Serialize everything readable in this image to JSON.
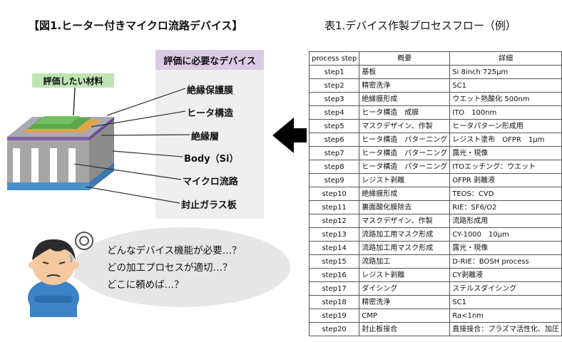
{
  "figure": {
    "title": "【図1.ヒーター付きマイクロ流路デバイス】",
    "panel_header": "評価に必要なデバイス",
    "material_label": "評価したい材料",
    "layer_labels": [
      "絶縁保護膜",
      "ヒータ構造",
      "絶縁層",
      "Body（Si）",
      "マイクロ流路",
      "封止ガラス板"
    ]
  },
  "speech": {
    "lines": [
      "どんなデバイス機能が必要…？",
      "どの加工プロセスが適切…？",
      "どこに頼めば…？"
    ]
  },
  "table": {
    "title": "表1.デバイス作製プロセスフロー（例）",
    "headers": [
      "process step",
      "概要",
      "詳細"
    ],
    "rows": [
      [
        "step1",
        "基板",
        "Si 8inch 725μm"
      ],
      [
        "step2",
        "精密洗浄",
        "SC1"
      ],
      [
        "step3",
        "絶縁膜形成",
        "ウエット熱酸化 500nm"
      ],
      [
        "step4",
        "ヒータ構造　成膜",
        "ITO　100nm"
      ],
      [
        "step5",
        "マスクデザイン、作製",
        "ヒータパターン形成用"
      ],
      [
        "step6",
        "ヒータ構造　パターニング",
        "レジスト塗布　OFPR　1μm"
      ],
      [
        "step7",
        "ヒータ構造　パターニング",
        "露光・現像"
      ],
      [
        "step8",
        "ヒータ構造　パターニング",
        "ITOエッチング：ウエット"
      ],
      [
        "step9",
        "レジスト剥離",
        "OFPR 剥離液"
      ],
      [
        "step10",
        "絶縁膜形成",
        "TEOS：CVD"
      ],
      [
        "step11",
        "裏面酸化膜除去",
        "RIE：SF6/O2"
      ],
      [
        "step12",
        "マスクデザイン、作製",
        "流路形成用"
      ],
      [
        "step13",
        "流路加工用マスク形成",
        "CY-1000　10μm"
      ],
      [
        "step14",
        "流路加工用マスク形成",
        "露光・現像"
      ],
      [
        "step15",
        "流路加工",
        "D-RIE：BOSH process"
      ],
      [
        "step16",
        "レジスト剥離",
        "CY剥離液"
      ],
      [
        "step17",
        "ダイシング",
        "ステルスダイシング"
      ],
      [
        "step18",
        "精密洗浄",
        "SC1"
      ],
      [
        "step19",
        "CMP",
        "Ra<1nm"
      ],
      [
        "step20",
        "封止板接合",
        "直接接合：プラズマ活性化、加圧"
      ]
    ]
  }
}
